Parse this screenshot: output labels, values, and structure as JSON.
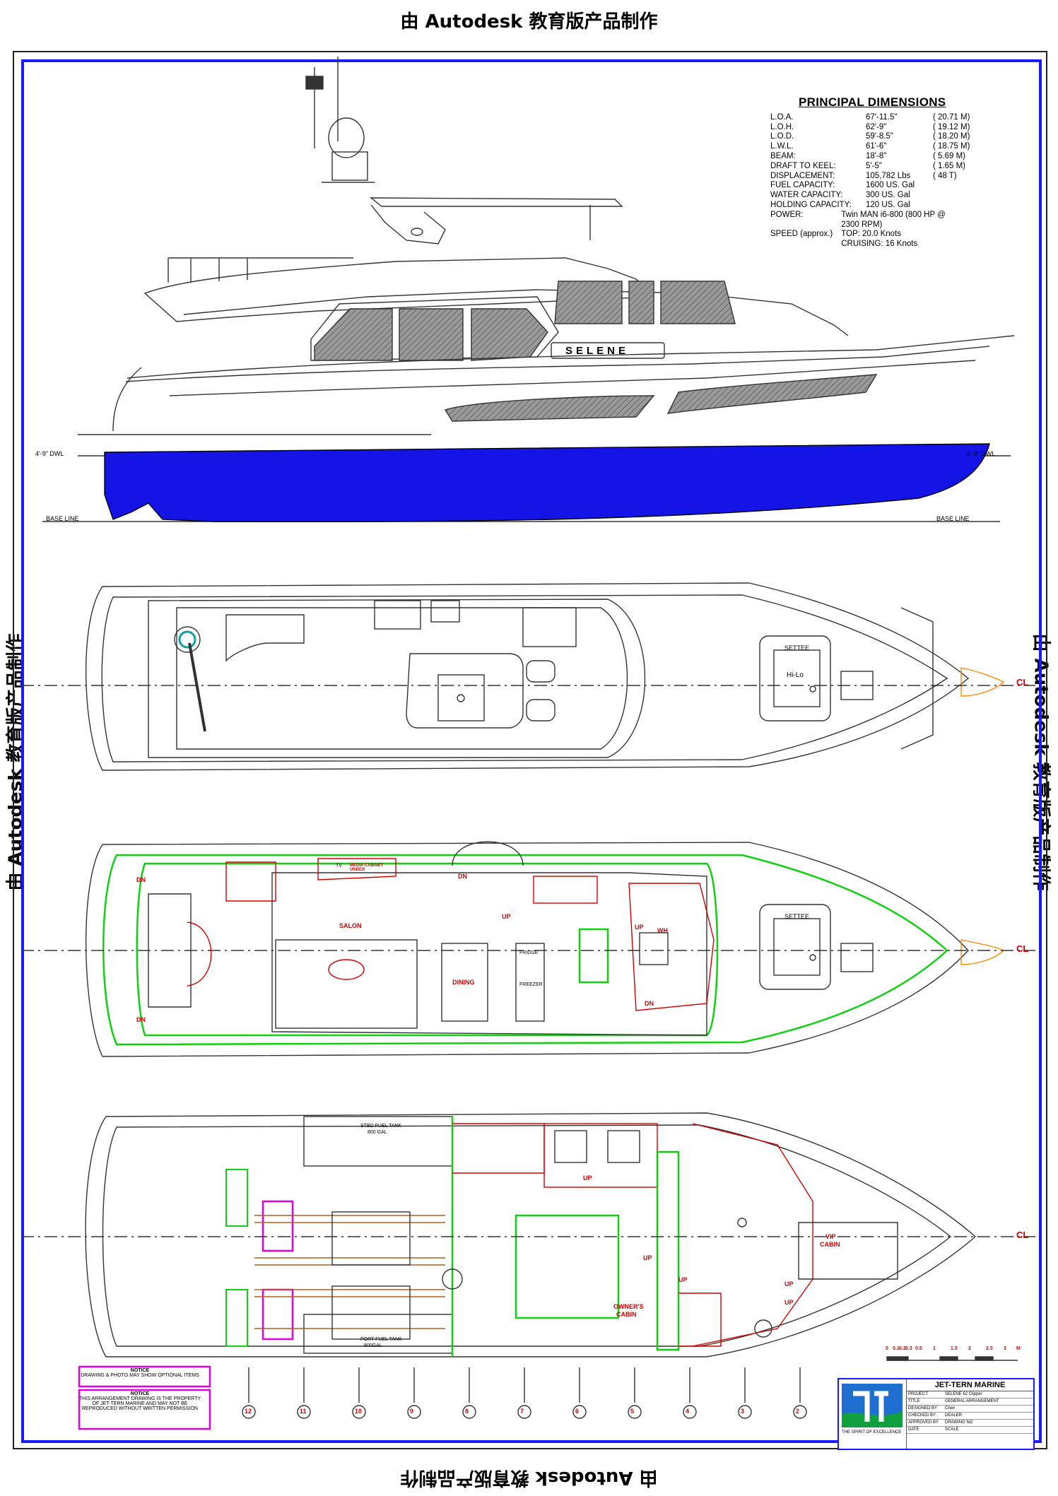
{
  "watermark": "由 Autodesk 教育版产品制作",
  "principal_dimensions": {
    "title": "PRINCIPAL DIMENSIONS",
    "rows": [
      {
        "key": "L.O.A.",
        "imperial": "67'-11.5\"",
        "metric": "( 20.71 M)"
      },
      {
        "key": "L.O.H.",
        "imperial": "62'-9\"",
        "metric": "( 19.12 M)"
      },
      {
        "key": "L.O.D.",
        "imperial": "59'-8.5\"",
        "metric": "( 18.20 M)"
      },
      {
        "key": "L.W.L.",
        "imperial": "61'-6\"",
        "metric": "( 18.75 M)"
      },
      {
        "key": "BEAM:",
        "imperial": "18'-8\"",
        "metric": "( 5.69 M)"
      },
      {
        "key": "DRAFT TO KEEL:",
        "imperial": "5'-5\"",
        "metric": "( 1.65 M)"
      },
      {
        "key": "DISPLACEMENT:",
        "imperial": "105,782 Lbs",
        "metric": "( 48 T)"
      },
      {
        "key": "FUEL CAPACITY:",
        "imperial": "1600 US. Gal",
        "metric": ""
      },
      {
        "key": "WATER CAPACITY:",
        "imperial": "300 US. Gal",
        "metric": ""
      },
      {
        "key": "HOLDING CAPACITY:",
        "imperial": "120 US. Gal",
        "metric": ""
      },
      {
        "key": "POWER:",
        "imperial": "Twin MAN i6-800 (800 HP @ 2300 RPM)",
        "metric": ""
      },
      {
        "key": "SPEED (approx.)",
        "imperial": "TOP: 20.0 Knots",
        "metric": ""
      },
      {
        "key": "",
        "imperial": "CRUISING:  16 Knots",
        "metric": ""
      }
    ]
  },
  "profile": {
    "boat_name": "SELENE",
    "dwl_left": "4'-9\" DWL",
    "dwl_right": "4'-9\" DWL",
    "base_line_left": "BASE LINE",
    "base_line_right": "BASE LINE",
    "hull_color": "#1414e6"
  },
  "flybridge": {
    "settee": "SETTEE",
    "hilo": "Hi-Lo",
    "centerline": "CL"
  },
  "main_deck": {
    "salon": "SALON",
    "dining": "DINING",
    "settee": "SETTEE",
    "wh": "WH",
    "up1": "UP",
    "up2": "UP",
    "dn1": "DN",
    "dn2": "DN",
    "dn3": "DN",
    "dn4": "DN",
    "fridge": "FRIDGE",
    "freezer": "FREEZER",
    "tv": "TV",
    "media": "MEDIA CABINET UNDER",
    "centerline": "CL"
  },
  "lower_deck": {
    "stbd_tank": "STBD FUEL TANK",
    "stbd_tank_cap": "800 GAL",
    "port_tank": "PORT FUEL TANK",
    "port_tank_cap": "800GAL",
    "vip": "VIP",
    "cabin": "CABIN",
    "owners": "OWNER'S",
    "owners_cabin": "CABIN",
    "up1": "UP",
    "up2": "UP",
    "up3": "UP",
    "up4": "UP",
    "up5": "UP",
    "centerline": "CL"
  },
  "scale_bar": {
    "labels": [
      "0",
      "0.1",
      "0.2",
      "0.3",
      "0.5",
      "1",
      "1.5",
      "2",
      "2.5",
      "3",
      "M"
    ]
  },
  "stations": [
    "12",
    "11",
    "10",
    "9",
    "8",
    "7",
    "6",
    "5",
    "4",
    "3",
    "2"
  ],
  "notes": {
    "box1_title": "NOTICE",
    "box1_body": "DRAWING & PHOTO MAY SHOW OPTIONAL ITEMS",
    "box2_title": "NOTICE",
    "box2_body": "THIS ARRANGEMENT DRAWING IS THE PROPERTY OF JET-TERN MARINE AND MAY NOT BE REPRODUCED WITHOUT WRITTEN PERMISSION"
  },
  "title_block": {
    "company": "JET-TERN MARINE",
    "tagline": "THE SPIRIT OF EXCELLENCE",
    "rows": [
      {
        "label": "PROJECT",
        "value": "SELENE 62 Clipper"
      },
      {
        "label": "TITLE",
        "value": "GENERAL ARRANGEMENT"
      },
      {
        "label": "DESIGNED BY",
        "value": "Chen"
      },
      {
        "label": "CHECKED BY",
        "value": "DEALER"
      },
      {
        "label": "APPROVED BY",
        "value": "DRAWING NO"
      },
      {
        "label": "DATE",
        "value": "SCALE"
      }
    ]
  }
}
